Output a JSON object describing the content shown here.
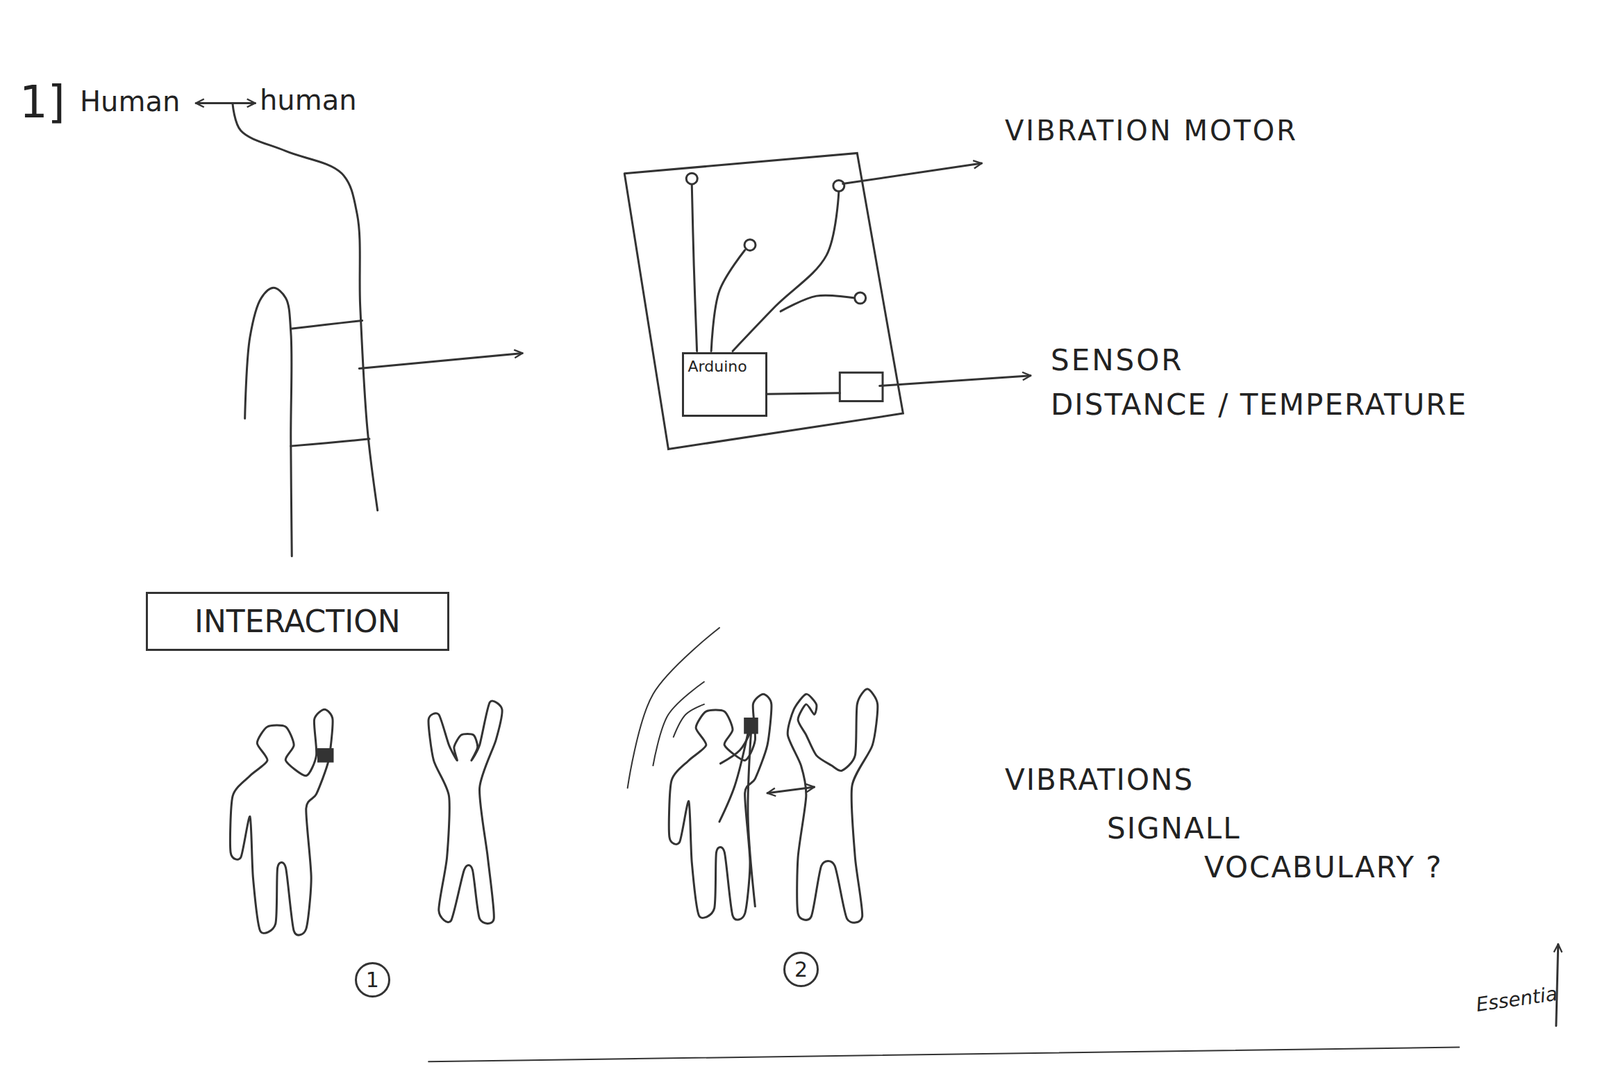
{
  "diagram": {
    "nodes": [
      {
        "text": [
          "Arduino"
        ]
      },
      {
        "text": [
          "INTERACTION"
        ]
      },
      {
        "text": [
          "1"
        ]
      },
      {
        "text": [
          "2"
        ]
      }
    ],
    "labels": [
      "1]",
      "Human",
      "human",
      "VIBRATION MOTOR",
      "SENSOR",
      "DISTANCE / TEMPERATURE",
      "VIBRATIONS",
      "SIGNALL",
      "VOCABULARY ?",
      "Essentia"
    ]
  }
}
